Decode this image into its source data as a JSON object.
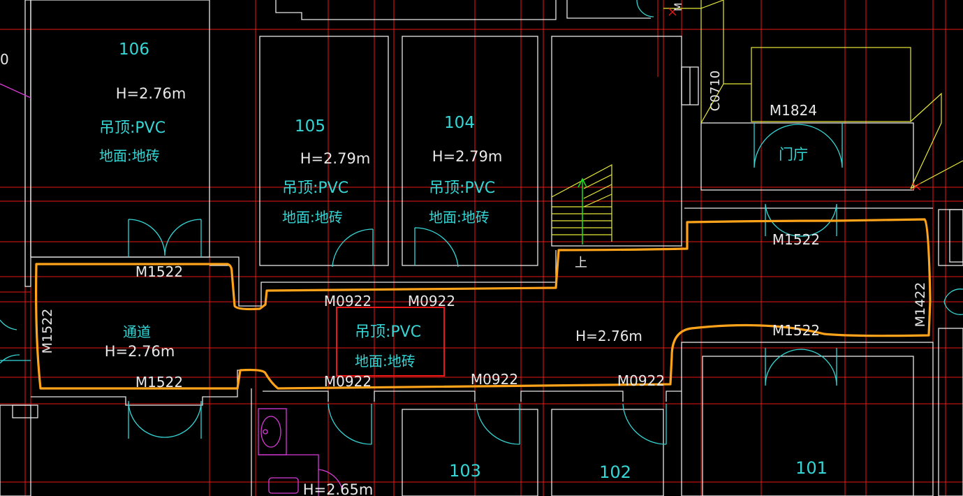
{
  "colors": {
    "background": "#000000",
    "axis": "#e81818",
    "wall": "#e8e8e8",
    "door": "#35d6d6",
    "stair": "#e8e83a",
    "outline": "#ffa31a",
    "highlight": "#e81818",
    "fixture": "#d83ad8",
    "arrow": "#1ee01e"
  },
  "rooms": {
    "r106": {
      "number": "106",
      "height": "H=2.76m",
      "ceiling": "吊顶:PVC",
      "floor": "地面:地砖"
    },
    "r105": {
      "number": "105",
      "height": "H=2.79m",
      "ceiling": "吊顶:PVC",
      "floor": "地面:地砖"
    },
    "r104": {
      "number": "104",
      "height": "H=2.79m",
      "ceiling": "吊顶:PVC",
      "floor": "地面:地砖"
    },
    "r103": {
      "number": "103"
    },
    "r102": {
      "number": "102"
    },
    "r101": {
      "number": "101"
    },
    "toilet": {
      "height": "H=2.65m"
    }
  },
  "corridor": {
    "name": "通道",
    "height": "H=2.76m",
    "height_right": "H=2.76m",
    "highlight_ceiling": "吊顶:PVC",
    "highlight_floor": "地面:地砖"
  },
  "vestibule": {
    "name": "门庁"
  },
  "stair_mark": "上",
  "door_tags": {
    "m1522_top": "M1522",
    "m1522_bottom": "M1522",
    "m1522_left": "M1522",
    "m1522_vestibule": "M1522",
    "m1522_right": "M1522",
    "m1422": "M1422",
    "m1824": "M1824",
    "c0710": "C0710",
    "m0922_105": "M0922",
    "m0922_104": "M0922",
    "m0922_bottom1": "M0922",
    "m0922_bottom2": "M0922",
    "m0922_bottom3": "M0922"
  },
  "edge_fragments": {
    "left_edge": "0",
    "top_edge": "M"
  }
}
